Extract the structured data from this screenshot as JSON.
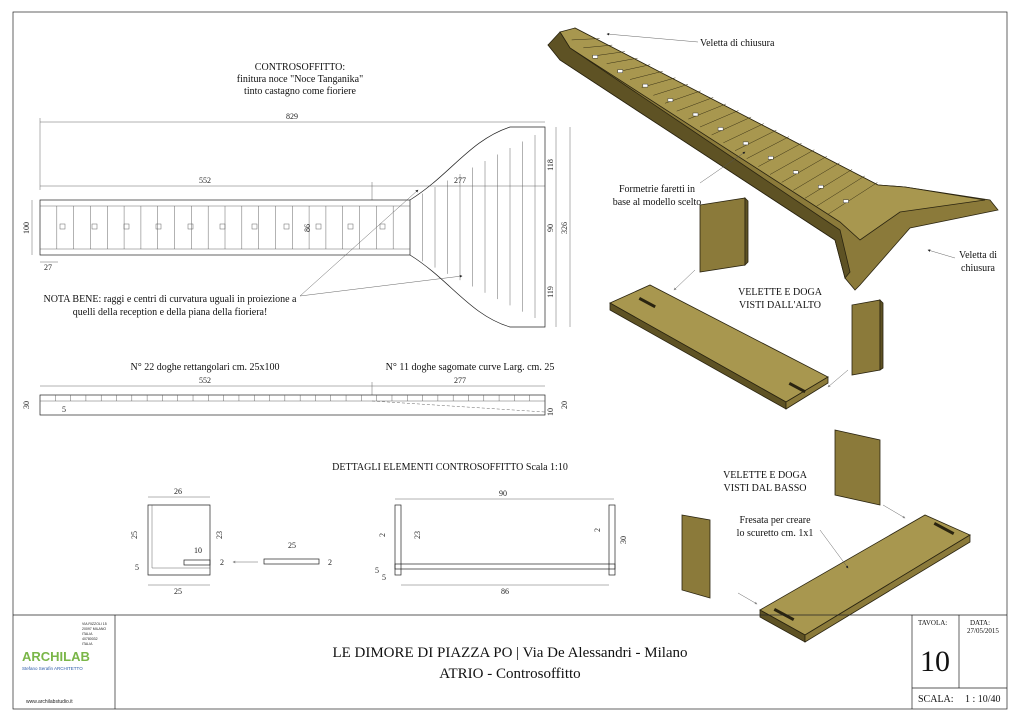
{
  "notes": {
    "ceiling_title": "CONTROSOFFITTO:",
    "ceiling_line2": "finitura noce \"Noce Tanganika\"",
    "ceiling_line3": "tinto castagno come fioriere",
    "nota_line1": "NOTA BENE: raggi e centri di curvatura uguali in proiezione a",
    "nota_line2": "quelli della reception e della piana della fioriera!",
    "doghe_rect": "N° 22 doghe rettangolari cm. 25x100",
    "doghe_curve": "N° 11 doghe sagomate curve Larg. cm. 25",
    "details_title": "DETTAGLI ELEMENTI CONTROSOFFITTO Scala 1:10"
  },
  "callouts": {
    "veletta_top": "Veletta di chiusura",
    "formetrie_1": "Formetrie faretti in",
    "formetrie_2": "base al modello scelto",
    "veletta_right_1": "Veletta di",
    "veletta_right_2": "chiusura",
    "view_top_1": "VELETTE E DOGA",
    "view_top_2": "VISTI DALL'ALTO",
    "view_bottom_1": "VELETTE E DOGA",
    "view_bottom_2": "VISTI DAL BASSO",
    "fresata_1": "Fresata per creare",
    "fresata_2": "lo scuretto cm. 1x1"
  },
  "dims": {
    "d829": "829",
    "d552": "552",
    "d277": "277",
    "d100": "100",
    "d86": "86",
    "d90": "90",
    "d326": "326",
    "d118": "118",
    "d119": "119",
    "d27": "27",
    "s552": "552",
    "s277": "277",
    "s30": "30",
    "s10": "10",
    "s20": "20",
    "s5": "5",
    "a26": "26",
    "a25": "25",
    "a23": "23",
    "a10": "10",
    "a5": "5",
    "a2": "2",
    "a25b": "25",
    "a2b": "2",
    "a25c": "25",
    "b90": "90",
    "b23": "23",
    "b2": "2",
    "b2b": "2",
    "b30": "30",
    "b5": "5",
    "b5b": "5",
    "b86": "86"
  },
  "titleblock": {
    "project": "LE DIMORE DI PIAZZA PO | Via De Alessandri - Milano",
    "subtitle": "ATRIO - Controsoffitto",
    "tavola_label": "TAVOLA:",
    "tavola_number": "10",
    "data_label": "DATA:",
    "data_value": "27/05/2015",
    "scala_label": "SCALA:",
    "scala_value": "1 : 10/40",
    "logo": "ARCHILAB",
    "logo_sub": "Stefano Serafin ARCHITETTO",
    "website": "www.archilabstudio.it",
    "addr_1": "VIA RIZZOLI 15",
    "addr_2": "20097 MILANO",
    "addr_3": "ITALIA",
    "addr_4": "40780032",
    "addr_5": "ITALIA"
  },
  "colors": {
    "wood": "#8b7a3a",
    "logo_green": "#7ab648",
    "logo_blue": "#2b5aa8"
  }
}
